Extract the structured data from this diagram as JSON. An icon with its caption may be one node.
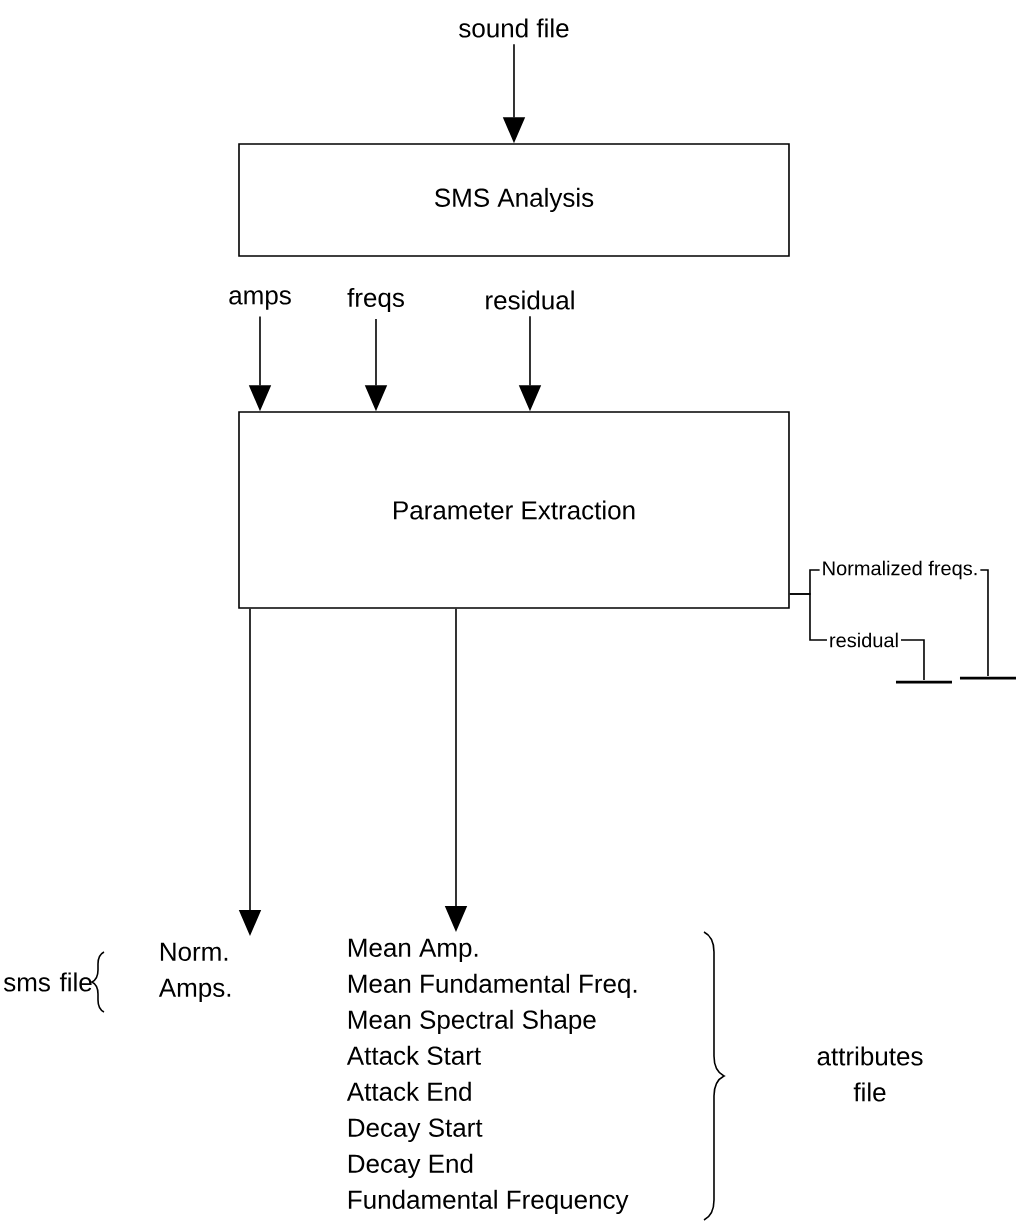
{
  "diagram": {
    "nodes": [
      {
        "text": [
          "sound file"
        ]
      },
      {
        "text": [
          "SMS Analysis"
        ]
      },
      {
        "text": [
          "amps"
        ]
      },
      {
        "text": [
          "freqs"
        ]
      },
      {
        "text": [
          "residual"
        ]
      },
      {
        "text": [
          "Parameter Extraction"
        ]
      },
      {
        "text": [
          "Norm. Amps."
        ]
      },
      {
        "text": [
          "Mean Amp.",
          "Mean Fundamental Freq.",
          "Mean Spectral Shape",
          "Attack Start",
          "Attack End",
          "Decay Start",
          "Decay End",
          "Fundamental Frequency"
        ]
      },
      {
        "text": [],
        "shape": "bar"
      },
      {
        "text": [],
        "shape": "bar"
      }
    ],
    "edges": [
      {
        "from": 0,
        "to": 1,
        "arrow": "to"
      },
      {
        "from": 2,
        "to": 5,
        "arrow": "to"
      },
      {
        "from": 3,
        "to": 5,
        "arrow": "to"
      },
      {
        "from": 4,
        "to": 5,
        "arrow": "to"
      },
      {
        "from": 5,
        "to": 6,
        "arrow": "to"
      },
      {
        "from": 5,
        "to": 7,
        "arrow": "to"
      },
      {
        "from": 5,
        "to": 9,
        "arrow": "none",
        "label": "Normalized freqs."
      },
      {
        "from": 5,
        "to": 8,
        "arrow": "none",
        "label": "residual"
      }
    ],
    "labels": [
      "sms file",
      "attributes file"
    ]
  }
}
